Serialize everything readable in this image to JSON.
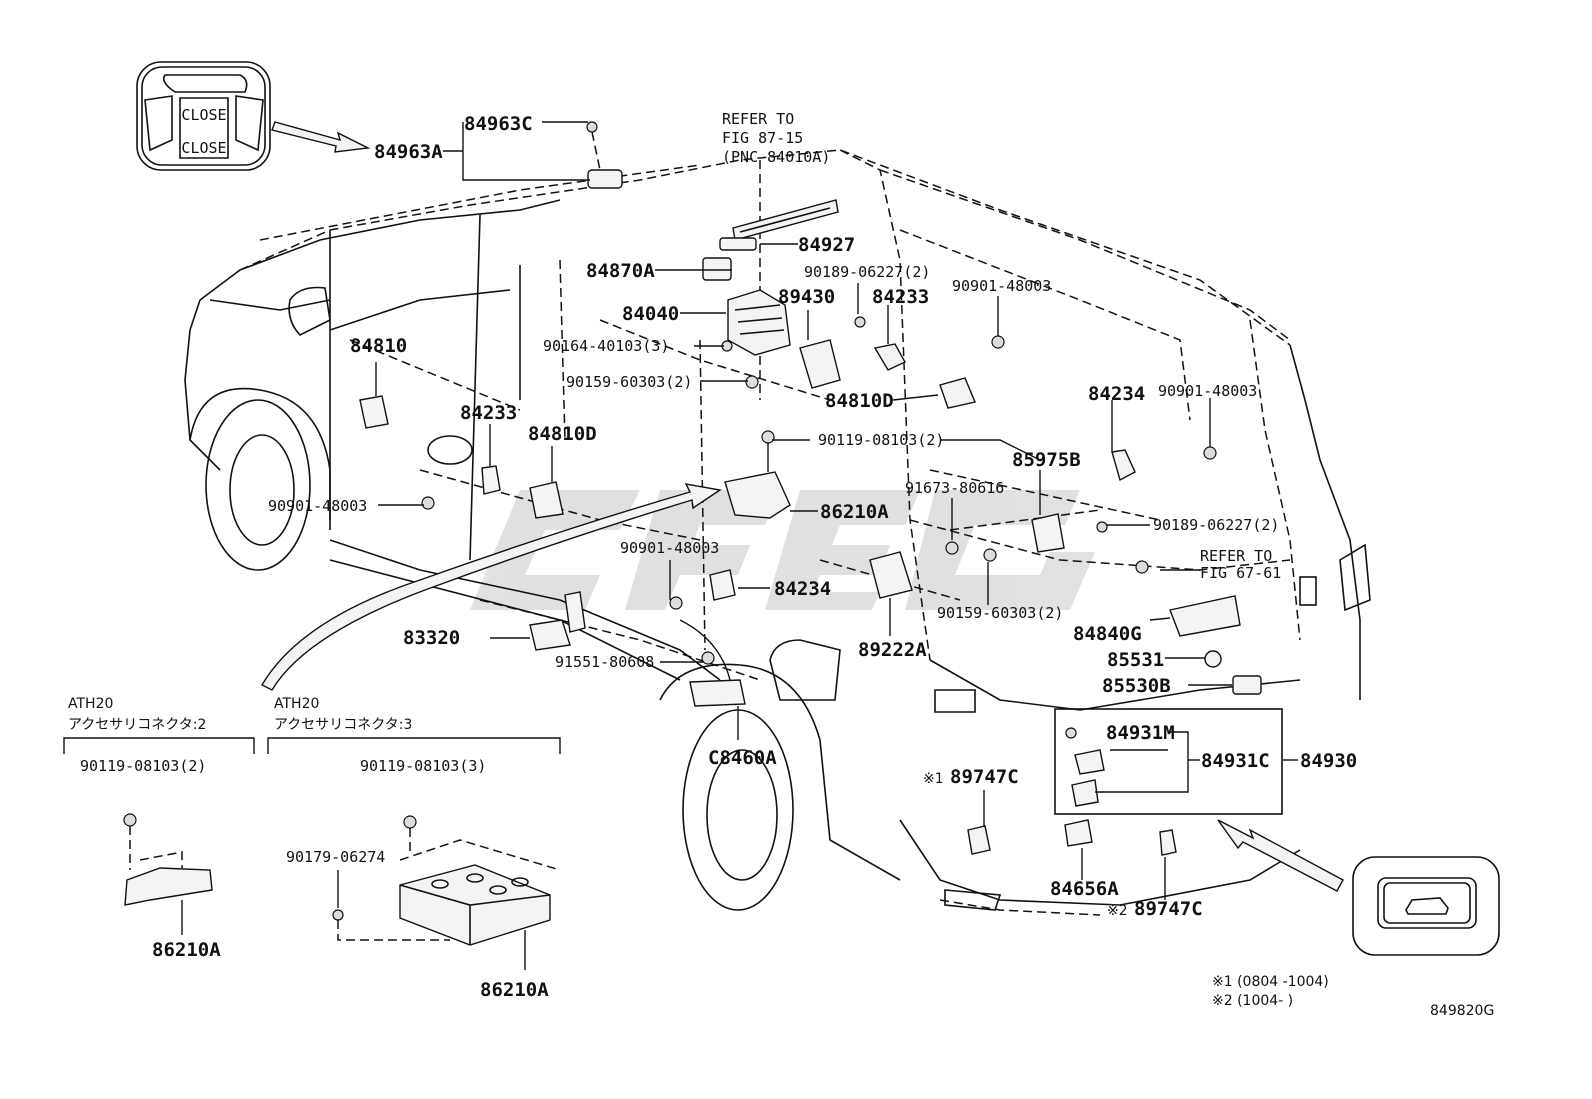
{
  "diagram": {
    "parts": {
      "p84963C": "84963C",
      "p84963A": "84963A",
      "p84927": "84927",
      "p84870A": "84870A",
      "p84040": "84040",
      "p89430": "89430",
      "p84233_top": "84233",
      "p84233_left": "84233",
      "p84810": "84810",
      "p84810D_left": "84810D",
      "p84810D_right": "84810D",
      "p84234_right": "84234",
      "p84234_mid": "84234",
      "p85975B": "85975B",
      "p86210A_car": "86210A",
      "p83320": "83320",
      "p89222A": "89222A",
      "pC8460A": "C8460A",
      "p84840G": "84840G",
      "p85531": "85531",
      "p85530B": "85530B",
      "p84931M": "84931M",
      "p84931C": "84931C",
      "p84930": "84930",
      "p89747C_1": "89747C",
      "p89747C_2": "89747C",
      "p84656A": "84656A",
      "p86210A_inset1": "86210A",
      "p86210A_inset2": "86210A"
    },
    "fasteners": {
      "f90189_1": "90189-06227(2)",
      "f90901_1": "90901-48003",
      "f90901_2": "90901-48003",
      "f90164": "90164-40103(3)",
      "f90159_1": "90159-60303(2)",
      "f90119_main": "90119-08103(2)",
      "f90901_3": "90901-48003",
      "f91673": "91673-80616",
      "f90189_2": "90189-06227(2)",
      "f90901_4": "90901-48003",
      "f90159_2": "90159-60303(2)",
      "f91551": "91551-80608",
      "f90119_in1": "90119-08103(2)",
      "f90119_in2": "90119-08103(3)",
      "f90179": "90179-06274"
    },
    "refer": {
      "ref1_line1": "REFER TO",
      "ref1_line2": "FIG 87-15",
      "ref1_line3": "(PNC 84010A)",
      "ref2_line1": "REFER TO",
      "ref2_line2": "FIG 67-61"
    },
    "markers": {
      "m1": "※1",
      "m2": "※2"
    },
    "insets": {
      "inset1_model": "ATH20",
      "inset1_title": "アクセサリコネクタ:2",
      "inset2_model": "ATH20",
      "inset2_title": "アクセサリコネクタ:3"
    },
    "switch": {
      "close_small": "CLOSE",
      "close_big": "CLOSE"
    },
    "notes": {
      "n1": "※1 (0804 -1004)",
      "n2": "※2 (1004-        )"
    },
    "figure_id": "849820G"
  },
  "colors": {
    "line": "#111111",
    "watermark": "#c8c8c8"
  }
}
